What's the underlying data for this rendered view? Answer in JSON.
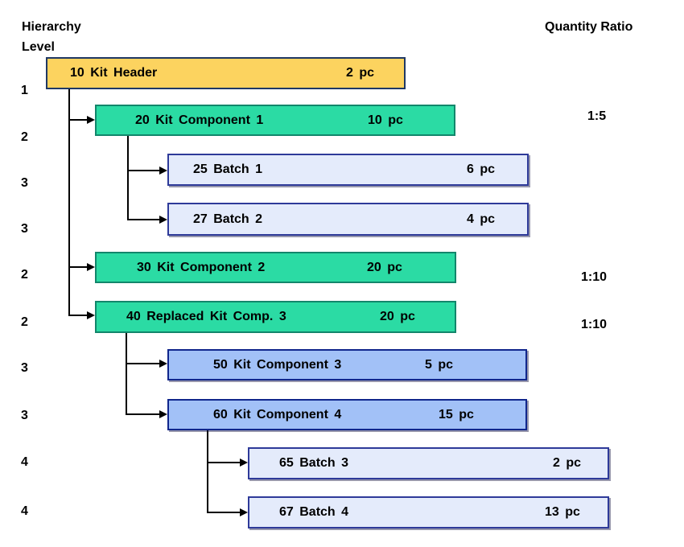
{
  "headers": {
    "hierarchy_level": "Hierarchy Level",
    "quantity_ratio": "Quantity Ratio"
  },
  "nodes": [
    {
      "label": "10 Kit Header",
      "qty": "2 pc",
      "level": "1",
      "type": "kit_header"
    },
    {
      "label": "20 Kit Component 1",
      "qty": "10 pc",
      "level": "2",
      "type": "kit_component"
    },
    {
      "label": "25 Batch 1",
      "qty": "6 pc",
      "level": "3",
      "type": "batch"
    },
    {
      "label": "27 Batch 2",
      "qty": "4 pc",
      "level": "3",
      "type": "batch"
    },
    {
      "label": "30 Kit Component 2",
      "qty": "20 pc",
      "level": "2",
      "type": "kit_component"
    },
    {
      "label": "40 Replaced Kit Comp. 3",
      "qty": "20 pc",
      "level": "2",
      "type": "kit_component"
    },
    {
      "label": "50 Kit Component 3",
      "qty": "5 pc",
      "level": "3",
      "type": "component"
    },
    {
      "label": "60 Kit Component 4",
      "qty": "15 pc",
      "level": "3",
      "type": "component"
    },
    {
      "label": "65 Batch 3",
      "qty": "2 pc",
      "level": "4",
      "type": "batch"
    },
    {
      "label": "67 Batch 4",
      "qty": "13 pc",
      "level": "4",
      "type": "batch"
    }
  ],
  "ratios": [
    "1:5",
    "1:10",
    "1:10"
  ],
  "colors": {
    "kit_header": "#FCD35F",
    "kit_component": "#2BDBA4",
    "component": "#A2C1F7",
    "batch": "#E4EBFB"
  }
}
